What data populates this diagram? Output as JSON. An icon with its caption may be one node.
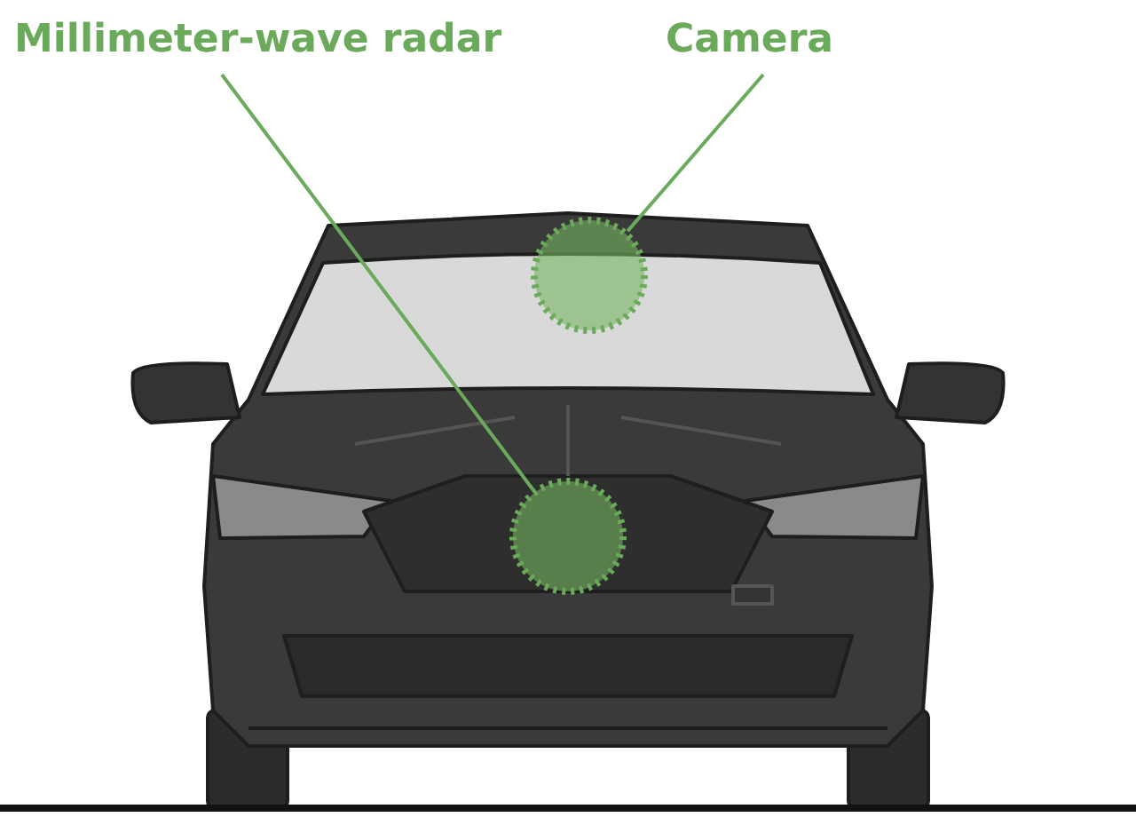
{
  "diagram": {
    "nodes": [
      {
        "text": [
          "Millimeter-wave radar"
        ]
      },
      {
        "text": [
          "Camera"
        ]
      },
      {
        "text": [],
        "shape": "circle"
      },
      {
        "text": [],
        "shape": "circle"
      }
    ],
    "edges": [
      {
        "from": 0,
        "to": 3,
        "arrow": "none"
      },
      {
        "from": 1,
        "to": 2,
        "arrow": "none"
      }
    ]
  }
}
